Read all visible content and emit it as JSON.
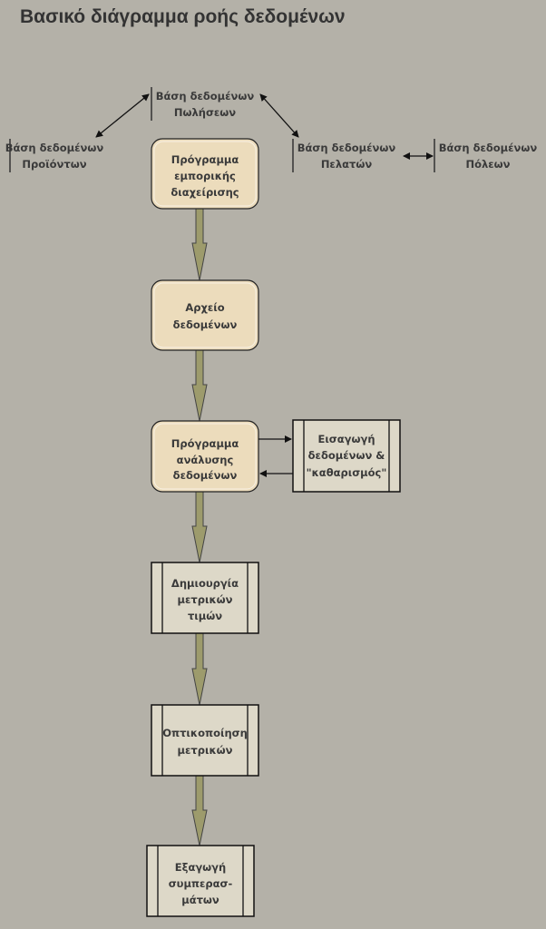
{
  "title": "Βασικό διάγραμμα ροής δεδομένων",
  "data_stores": {
    "sales": [
      "Βάση δεδομένων",
      "Πωλήσεων"
    ],
    "products": [
      "Βάση δεδομένων",
      "Προϊόντων"
    ],
    "customers": [
      "Βάση δεδομένων",
      "Πελατών"
    ],
    "cities": [
      "Βάση δεδομένων",
      "Πόλεων"
    ]
  },
  "nodes": {
    "erp": [
      "Πρόγραμμα",
      "εμπορικής",
      "διαχείρισης"
    ],
    "datafile": [
      "Αρχείο",
      "δεδομένων"
    ],
    "analysis": [
      "Πρόγραμμα",
      "ανάλυσης",
      "δεδομένων"
    ],
    "import": [
      "Εισαγωγή",
      "δεδομένων &",
      "\"καθαρισμός\""
    ],
    "metrics": [
      "Δημιουργία",
      "μετρικών",
      "τιμών"
    ],
    "visualize": [
      "Οπτικοποίηση",
      "μετρικών"
    ],
    "conclusions": [
      "Εξαγωγή",
      "συμπερασ-",
      "μάτων"
    ]
  },
  "colors": {
    "background": "#b4b1a8",
    "rounded_fill": "#ecdcbc",
    "process_fill": "#ddd8c8",
    "flow_arrow": "#9d9b6c"
  }
}
